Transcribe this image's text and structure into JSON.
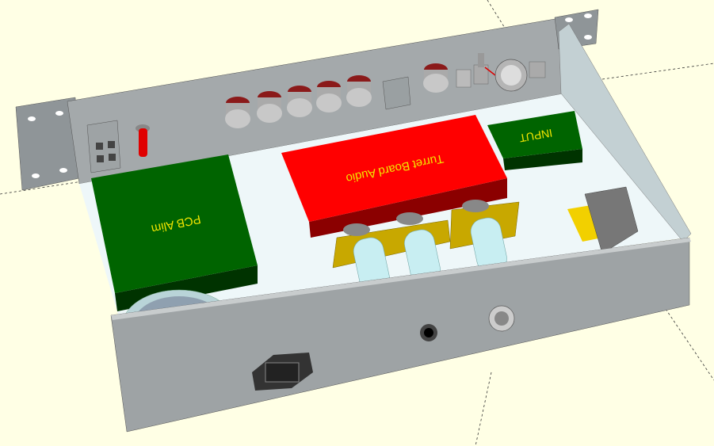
{
  "scene": {
    "labels": {
      "pcb_alim": "PCB Alim",
      "turret_board": "Turret Board Audio",
      "input_board": "INPUT"
    },
    "colors": {
      "background": "#ffffe5",
      "chassis": "#9ea3a5",
      "floor": "#eef7f9",
      "pcb_green": "#006400",
      "turret_red": "#ff0000",
      "label_yellow": "#f2e600",
      "tube_glass": "#c8eef2",
      "knob_red": "#8b1a1a"
    }
  }
}
